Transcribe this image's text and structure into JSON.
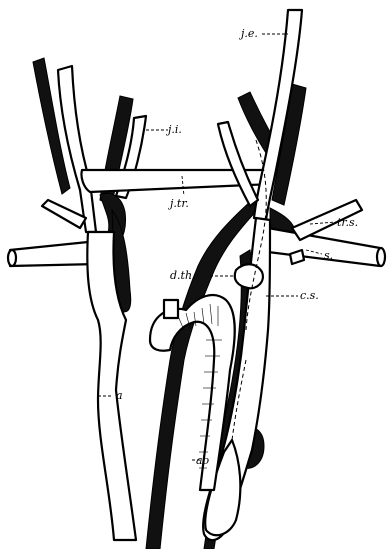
{
  "labels": {
    "je": "j.e.",
    "ji": "j.i.",
    "jtr": "j.tr.",
    "trs": "tr.s.",
    "s": "s.",
    "dth": "d.th.",
    "cs": "c.s.",
    "a": "a",
    "ao": "ao"
  }
}
